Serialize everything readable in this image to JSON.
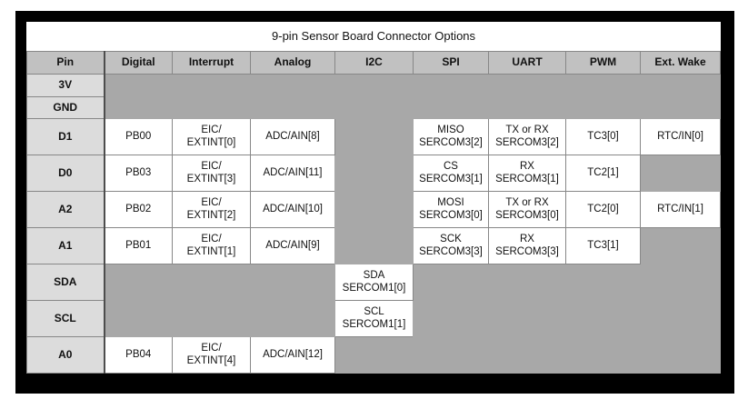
{
  "title": "9-pin Sensor Board Connector Options",
  "columns": [
    "Pin",
    "Digital",
    "Interrupt",
    "Analog",
    "I2C",
    "SPI",
    "UART",
    "PWM",
    "Ext. Wake"
  ],
  "rows": {
    "v3": {
      "pin": "3V"
    },
    "gnd": {
      "pin": "GND"
    },
    "d1": {
      "pin": "D1",
      "digital": "PB00",
      "interrupt": "EIC/\nEXTINT[0]",
      "analog": "ADC/AIN[8]",
      "spi": "MISO\nSERCOM3[2]",
      "uart": "TX or RX\nSERCOM3[2]",
      "pwm": "TC3[0]",
      "ext_wake": "RTC/IN[0]"
    },
    "d0": {
      "pin": "D0",
      "digital": "PB03",
      "interrupt": "EIC/\nEXTINT[3]",
      "analog": "ADC/AIN[11]",
      "spi": "CS\nSERCOM3[1]",
      "uart": "RX\nSERCOM3[1]",
      "pwm": "TC2[1]"
    },
    "a2": {
      "pin": "A2",
      "digital": "PB02",
      "interrupt": "EIC/\nEXTINT[2]",
      "analog": "ADC/AIN[10]",
      "spi": "MOSI\nSERCOM3[0]",
      "uart": "TX or RX\nSERCOM3[0]",
      "pwm": "TC2[0]",
      "ext_wake": "RTC/IN[1]"
    },
    "a1": {
      "pin": "A1",
      "digital": "PB01",
      "interrupt": "EIC/\nEXTINT[1]",
      "analog": "ADC/AIN[9]",
      "spi": "SCK\nSERCOM3[3]",
      "uart": "RX\nSERCOM3[3]",
      "pwm": "TC3[1]"
    },
    "sda": {
      "pin": "SDA",
      "i2c": "SDA\nSERCOM1[0]"
    },
    "scl": {
      "pin": "SCL",
      "i2c": "SCL\nSERCOM1[1]"
    },
    "a0": {
      "pin": "A0",
      "digital": "PB04",
      "interrupt": "EIC/\nEXTINT[4]",
      "analog": "ADC/AIN[12]"
    }
  },
  "colors": {
    "header_bg": "#c1c1c1",
    "pin_bg": "#dcdcdc",
    "empty_bg": "#a8a8a8",
    "grid_line": "#878787",
    "frame": "#000000"
  }
}
